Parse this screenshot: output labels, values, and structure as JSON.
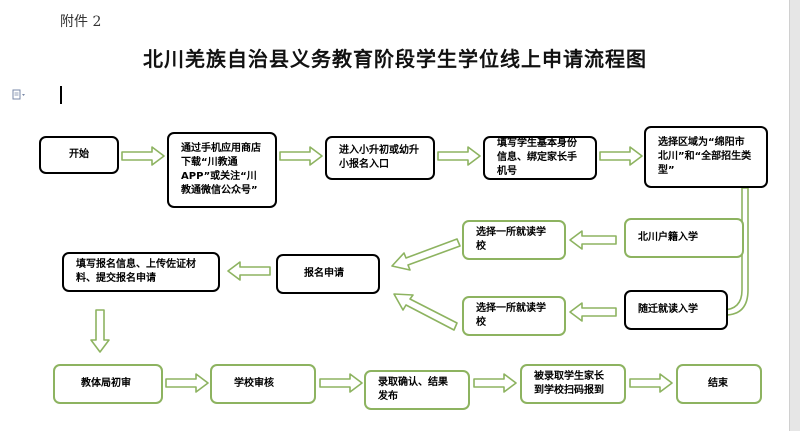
{
  "document": {
    "attachment_label": "附件 2",
    "title": "北川羌族自治县义务教育阶段学生学位线上申请流程图"
  },
  "flowchart": {
    "start": "开始",
    "step_app": "通过手机应用商店下载“川教通 APP”或关注“川教通微信公众号”",
    "step_entry": "进入小升初或幼升小报名入口",
    "step_info": "填写学生基本身份信息、绑定家长手机号",
    "step_region": "选择区域为“绵阳市北川”和“全部招生类型”",
    "step_local": "北川户籍入学",
    "step_migrant": "随迁就读入学",
    "step_choose_1": "选择一所就读学校",
    "step_choose_2": "选择一所就读学校",
    "step_apply": "报名申请",
    "step_fill": "填写报名信息、上传佐证材料、提交报名申请",
    "step_bureau": "教体局初审",
    "step_school_review": "学校审核",
    "step_admit": "录取确认、结果发布",
    "step_report": "被录取学生家长到学校扫码报到",
    "end": "结束"
  },
  "colors": {
    "box_border": "#000000",
    "green_border": "#8db360",
    "arrow_fill": "#ffffff",
    "arrow_stroke": "#8db360"
  }
}
